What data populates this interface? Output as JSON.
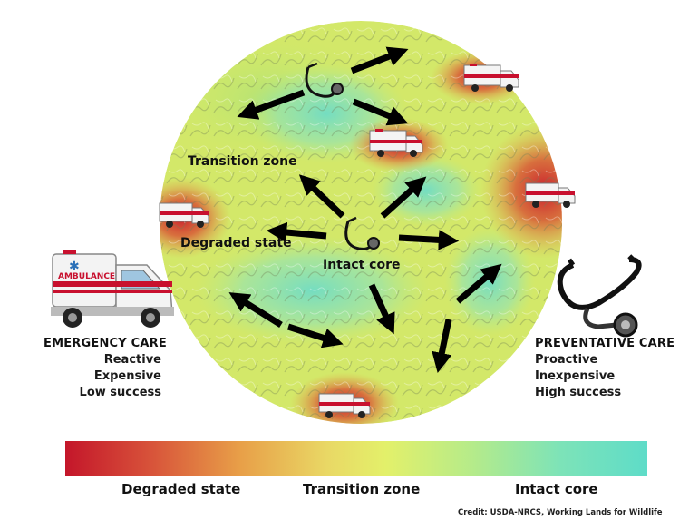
{
  "left_panel": {
    "title": "EMERGENCY CARE",
    "items": [
      "Reactive",
      "Expensive",
      "Low success"
    ]
  },
  "right_panel": {
    "title": "PREVENTATIVE CARE",
    "items": [
      "Proactive",
      "Inexpensive",
      "High success"
    ]
  },
  "map_labels": {
    "transition": "Transition zone",
    "degraded": "Degraded state",
    "core": "Intact core"
  },
  "ambulance_text": "AMBULANCE",
  "scale": {
    "labels": [
      "Degraded state",
      "Transition zone",
      "Intact core"
    ],
    "colors": [
      "#c4162a",
      "#e3f06a",
      "#5edcc8"
    ]
  },
  "credit": "Credit: USDA-NRCS, Working Lands for Wildlife",
  "icons": [
    "ambulance-icon",
    "stethoscope-icon",
    "arrow-icon"
  ]
}
